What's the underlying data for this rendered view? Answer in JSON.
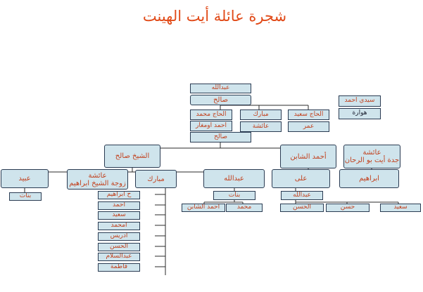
{
  "title": "شجرة عائلة أيت الهينت",
  "nodes": {
    "abdallah_top": "عبدالله",
    "salih_top": "صالح",
    "sidi_ahmed": "سيدي احمد",
    "hawwara": "هوارة",
    "haj_said": "الحاج سعيد",
    "omar": "عمر",
    "mbarek_top": "مبارك",
    "aicha_top": "عائشة",
    "haj_mohamed": "الحاج محمد",
    "ahmed_oumghar": "احمد اومغار",
    "salih_small": "صالح",
    "sheikh_salih": "الشيخ صالح",
    "ahmed_shabin": "أحمد الشابن",
    "aicha_grand": "عائشة",
    "aicha_grand_note": "جدة أيت بو الرحان",
    "abid": "عبيد",
    "banat_left": "بنات",
    "aicha_wife": "عائشة",
    "aicha_wife_note": "زوجة الشيخ ابراهيم",
    "mbarek_mid": "مبارك",
    "abdallah_mid": "عبدالله",
    "ali": "على",
    "ibrahim": "ابراهيم",
    "banat_mid": "بنات",
    "ahmed_shabin_small": "أحمد الشابن",
    "mohamed_mid": "محمد",
    "abdallah_small": "عبدالله",
    "hassan_small": "الحسن",
    "hassan2": "حسن",
    "said_small": "سعيد"
  },
  "mbarek_children": [
    "ح ابراهيم",
    "احمد",
    "سعيد",
    "امحمد",
    "ادريس",
    "الحسن",
    "عبدالسلام",
    "فاطمة"
  ]
}
